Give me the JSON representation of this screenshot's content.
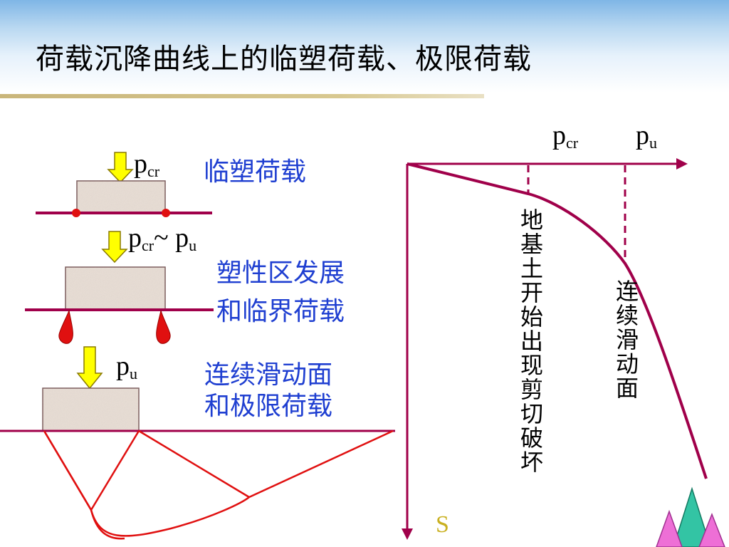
{
  "title": "荷载沉降曲线上的临塑荷载、极限荷载",
  "left": {
    "stage1": {
      "p": "p",
      "sub": "cr",
      "label": "临塑荷载"
    },
    "stage2": {
      "p1": "p",
      "sub1": "cr",
      "tilde": "~ ",
      "p2": "p",
      "sub2": "u",
      "label_line1": "塑性区发展",
      "label_line2": "和临界荷载"
    },
    "stage3": {
      "p": "p",
      "sub": "u",
      "label_line1": "连续滑动面",
      "label_line2": "和极限荷载"
    }
  },
  "graph": {
    "pcr": {
      "p": "p",
      "sub": "cr"
    },
    "pu": {
      "p": "p",
      "sub": "u"
    },
    "s_label": "S",
    "vertical_note_1": "地基土开始出现剪切破坏",
    "vertical_note_2": "连续滑动面"
  },
  "colors": {
    "curve": "#a0004a",
    "arrow_fill": "#ffff00",
    "arrow_stroke": "#8a7a00",
    "footing": "#e8ddd4",
    "blue_text": "#1f3fd1",
    "slip_line": "#e01010",
    "plastic_zone": "#e01010"
  },
  "icons": [
    "down-arrow-icon",
    "triangle-decoration-icon"
  ]
}
